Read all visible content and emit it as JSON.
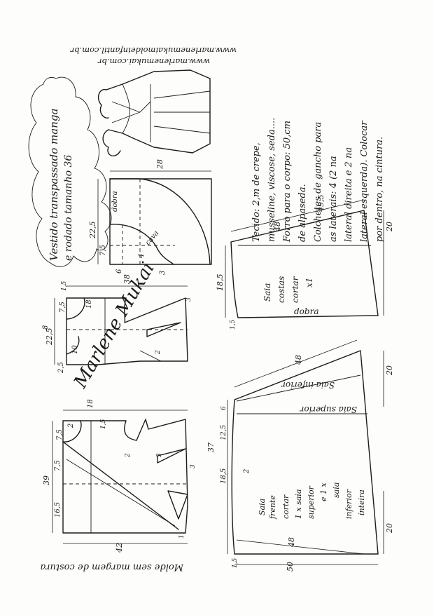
{
  "urls": {
    "site1": "www.marlenemukaimoldeinfantil.com.br",
    "site2": "www.marlenemukai.com.br"
  },
  "title": {
    "line1": "Vestido transpassado manga",
    "line2": "e rodado tamanho 36"
  },
  "notes": {
    "lines": [
      "Tecido: 2,m de crepe,",
      "musseline, viscose, seda....",
      "Forro para o corpo: 50,cm",
      "de alpaseda.",
      "Colchetes de gancho para",
      "as laterais: 4 (2 na",
      "lateral direita e 2 na",
      "lateral esquerda). Colocar",
      "por dentro, na cintura."
    ]
  },
  "footer": "Molde sem margem de costura",
  "signature": "Marlene Mukai",
  "sleeve": {
    "labels": {
      "dobra": "dobra",
      "cava": "cava"
    },
    "dims": {
      "top": "28",
      "left": "22,5",
      "a": "7,5",
      "b": "6",
      "c": "4",
      "d": "3"
    }
  },
  "back_bodice": {
    "dims": {
      "top": "38",
      "a": "7,5",
      "b": "18",
      "c": "22,5",
      "d": "8",
      "e": "10",
      "f": "2,5",
      "g": "1,5",
      "h": "2",
      "i": "3"
    }
  },
  "front_bodice": {
    "dims": {
      "top": "18",
      "a": "2",
      "b": "7,5",
      "c": "39",
      "d": "7,5",
      "e": "16,5",
      "f": "42",
      "g": "2",
      "h": "3",
      "i": "1,5",
      "j": "1",
      "k": "3"
    }
  },
  "skirt_back": {
    "labels": {
      "name": "Saia",
      "sub": "costas",
      "cut": "cortar",
      "qty": "x1",
      "fold": "dobra"
    },
    "dims": {
      "top": "48",
      "diag": "49,5",
      "right": "20",
      "left": "18,5",
      "small": "1,5"
    }
  },
  "skirt_front": {
    "labels": {
      "upper": "Saia superior",
      "lower": "Saia inferior",
      "text": [
        "Saia",
        "frente",
        "cortar",
        "1 x saia",
        "superior",
        "e 1 x",
        "saia",
        "inferior",
        "inteira"
      ]
    },
    "dims": {
      "top": "48",
      "r1": "20",
      "r2": "20",
      "bottom": "48",
      "a": "6",
      "b": "12,5",
      "c": "37",
      "d": "18,5",
      "e": "2",
      "f": "50",
      "g": "1,5"
    }
  }
}
